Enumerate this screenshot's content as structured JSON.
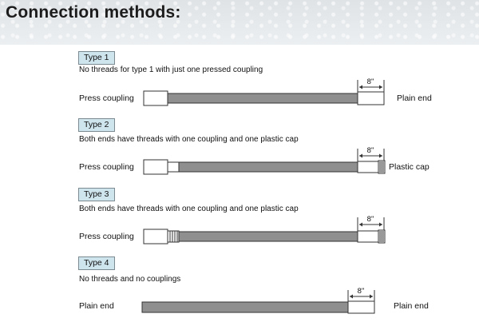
{
  "title": "Connection methods:",
  "types": [
    {
      "label": "Type 1",
      "description": "No threads for type 1 with just one pressed coupling",
      "left_label": "Press coupling",
      "right_label": "Plain end",
      "dimension": "8\""
    },
    {
      "label": "Type 2",
      "description": "Both ends have threads with one coupling and one plastic cap",
      "left_label": "Press coupling",
      "right_label": "Plastic cap",
      "dimension": "8\""
    },
    {
      "label": "Type 3",
      "description": "Both ends have threads with one coupling and one plastic cap",
      "left_label": "Press coupling",
      "right_label": "",
      "dimension": "8\""
    },
    {
      "label": "Type 4",
      "description": "No threads and no couplings",
      "left_label": "Plain end",
      "right_label": "Plain end",
      "dimension": "8\""
    }
  ],
  "colors": {
    "pipe": "#8f8f8f",
    "label_bg": "#cfe5ee",
    "outline": "#333333"
  }
}
